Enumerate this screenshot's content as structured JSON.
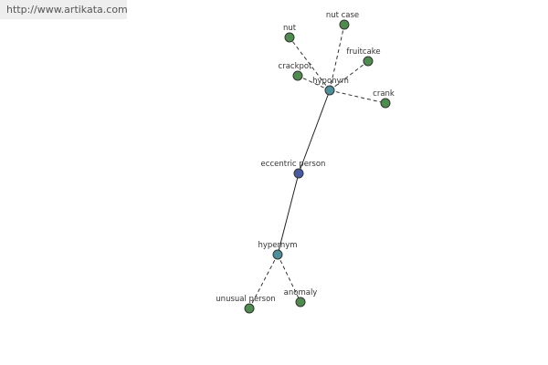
{
  "watermark": "http://www.artikata.com",
  "colors": {
    "leaf_node": "#4f8a4f",
    "relation_node": "#4f8f9a",
    "center_node": "#4a5aa0",
    "node_stroke": "#333333"
  },
  "nodes": {
    "center": {
      "label": "eccentric person",
      "kind": "center"
    },
    "hyponym": {
      "label": "hyponym",
      "kind": "relation"
    },
    "hypernym": {
      "label": "hypernym",
      "kind": "relation"
    },
    "nut": {
      "label": "nut",
      "kind": "leaf"
    },
    "nut_case": {
      "label": "nut case",
      "kind": "leaf"
    },
    "fruitcake": {
      "label": "fruitcake",
      "kind": "leaf"
    },
    "crackpot": {
      "label": "crackpot",
      "kind": "leaf"
    },
    "crank": {
      "label": "crank",
      "kind": "leaf"
    },
    "unusual_person": {
      "label": "unusual person",
      "kind": "leaf"
    },
    "anomaly": {
      "label": "anomaly",
      "kind": "leaf"
    }
  }
}
